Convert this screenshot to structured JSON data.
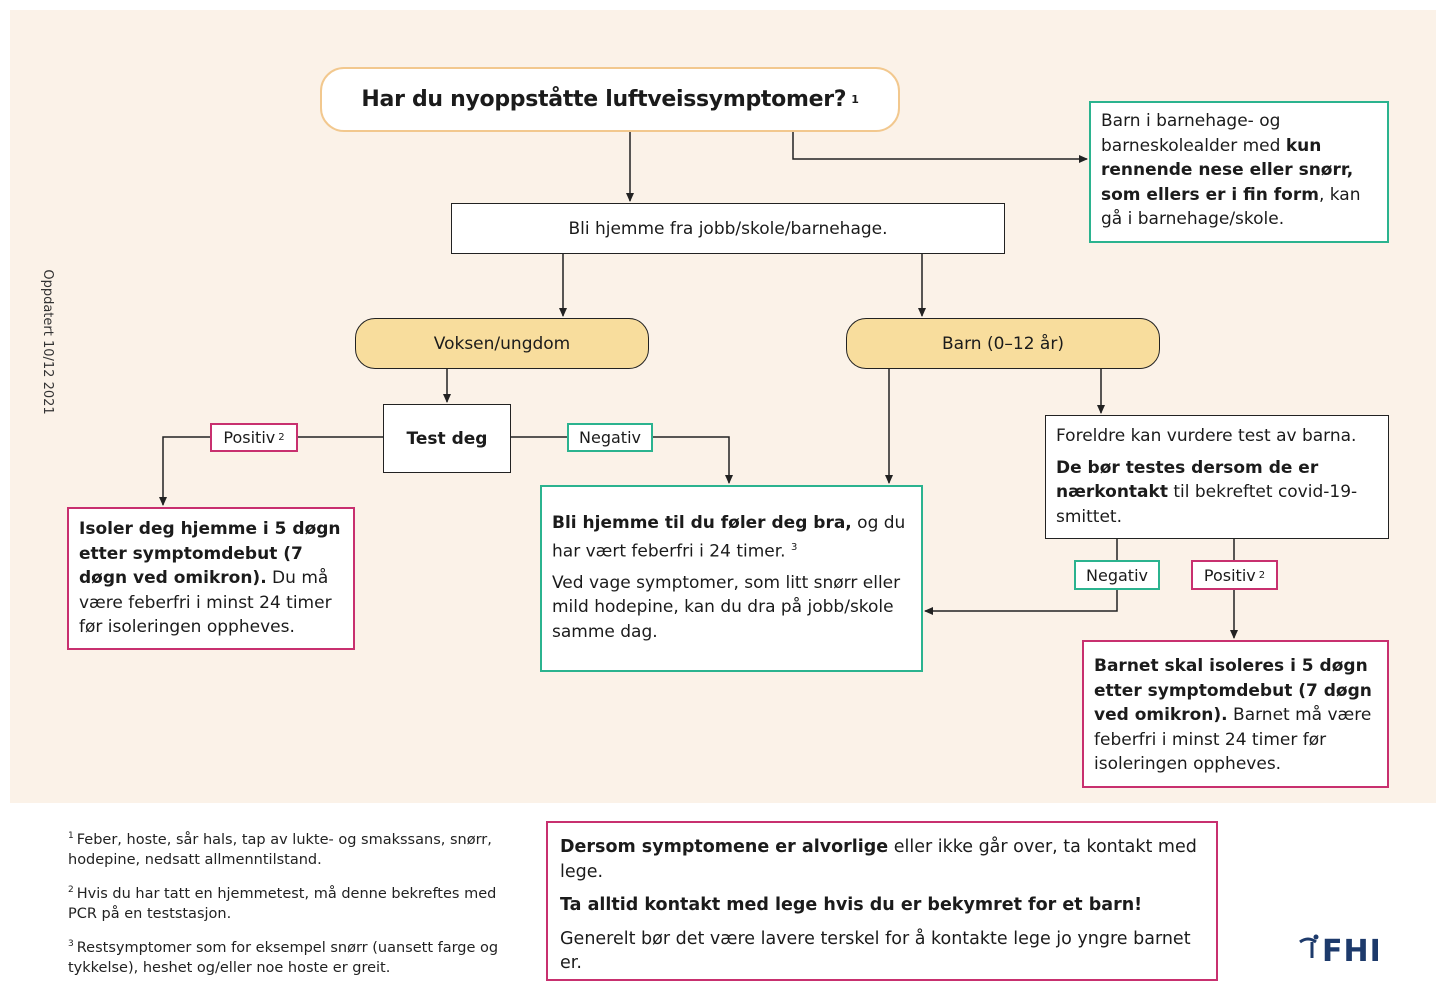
{
  "side_note": "Oppdatert 10/12 2021",
  "question": {
    "text": "Har du nyoppståtte luftveissymptomer?",
    "ref": "1"
  },
  "stay_home": "Bli hjemme fra jobb/skole/barnehage.",
  "kids_note": {
    "part1": "Barn i barnehage- og barneskolealder med ",
    "bold": "kun rennende nese eller snørr, som ellers er i fin form",
    "part2": ", kan gå i barnehage/skole."
  },
  "adult_label": "Voksen/ungdom",
  "child_label": "Barn (0–12 år)",
  "test_label": "Test deg",
  "positive": {
    "label": "Positiv",
    "ref": "2"
  },
  "negative": {
    "label": "Negativ"
  },
  "isolate_adult": {
    "bold": "Isoler deg hjemme i 5 døgn etter symptomdebut (7 døgn ved omikron).",
    "rest": " Du må være feberfri i minst 24 timer før isoleringen oppheves."
  },
  "stay_until": {
    "bold": "Bli hjemme til du føler deg bra,",
    "rest": " og du har vært feberfri i 24 timer.",
    "ref": "3",
    "para2": "Ved vage symptomer, som litt snørr eller mild hodepine, kan du dra på jobb/skole samme dag."
  },
  "parents": {
    "line1": "Foreldre kan vurdere test av barna.",
    "bold": "De bør testes dersom de er nærkontakt",
    "rest": " til bekreftet covid-19-smittet."
  },
  "isolate_child": {
    "bold": "Barnet skal isoleres i 5 døgn etter symptomdebut (7 døgn ved omikron).",
    "rest": " Barnet må være feberfri i minst 24 timer før isoleringen oppheves."
  },
  "footnotes": [
    {
      "ref": "1",
      "text": "Feber, hoste, sår hals, tap av lukte- og smakssans, snørr, hodepine, nedsatt allmenntilstand."
    },
    {
      "ref": "2",
      "text": "Hvis du har tatt en hjemmetest, må denne bekreftes med PCR på en teststasjon."
    },
    {
      "ref": "3",
      "text": "Restsymptomer som for eksempel snørr (uansett farge og tykkelse), heshet og/eller noe hoste er greit."
    }
  ],
  "serious": {
    "bold1": "Dersom symptomene er alvorlige",
    "rest1": " eller ikke går over, ta kontakt med lege.",
    "bold2": "Ta alltid kontakt med lege hvis du er bekymret for et barn!",
    "text3": "Generelt bør det være lavere terskel for å kontakte lege jo yngre barnet er."
  },
  "logo": "FHI",
  "colors": {
    "background": "#fbf2e8",
    "accent_yellow": "#f8dd9d",
    "border_orange": "#f2c88e",
    "green": "#2bb38f",
    "pink": "#c8306f",
    "logo_blue": "#1d3a6b"
  }
}
